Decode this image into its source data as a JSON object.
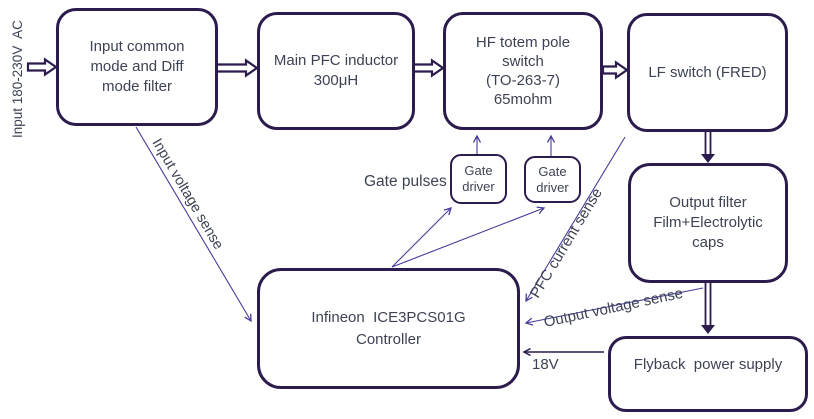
{
  "colors": {
    "box_border": "#2c1b4d",
    "box_fill": "#ffffff",
    "text": "#3d4354",
    "wire": "#463c9b",
    "background": "#ffffff"
  },
  "side_label": "Input 180-230V  AC",
  "blocks": {
    "input_filter": {
      "lines": [
        "Input common",
        "mode and Diff",
        "mode filter"
      ]
    },
    "pfc_inductor": {
      "lines": [
        "Main PFC inductor",
        "300μH"
      ]
    },
    "hf_switch": {
      "lines": [
        "HF totem pole",
        "switch",
        "(TO-263-7)",
        "65mohm"
      ]
    },
    "lf_switch": {
      "lines": [
        "LF switch (FRED)"
      ]
    },
    "gate_driver_1": {
      "lines": [
        "Gate",
        "driver"
      ]
    },
    "gate_driver_2": {
      "lines": [
        "Gate",
        "driver"
      ]
    },
    "controller": {
      "lines": [
        "Infineon  ICE3PCS01G",
        "Controller"
      ]
    },
    "output_filter": {
      "lines": [
        "Output filter",
        "Film+Electrolytic",
        "caps"
      ]
    },
    "flyback": {
      "lines": [
        "Flyback  power supply"
      ]
    }
  },
  "wire_labels": {
    "gate_pulses": "Gate pulses",
    "input_voltage_sense": "Input voltage sense",
    "pfc_current_sense": "PFC current sense",
    "output_voltage_sense": "Output voltage sense",
    "aux_18v": "18V"
  }
}
